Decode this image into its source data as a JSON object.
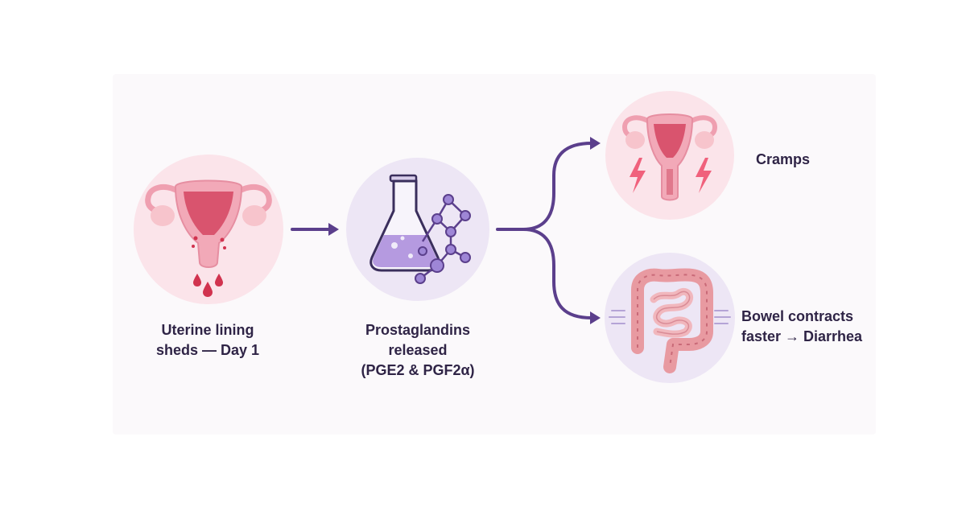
{
  "colors": {
    "accent": "#5b3f8c",
    "pink_circle": "#fbe4ea",
    "lavender_circle": "#ede6f5",
    "uterus": "#f2a9b8",
    "lining": "#d9546e",
    "blood": "#d1334f",
    "liquid": "#b59ae0",
    "molecule": "#9e86d6",
    "lightning": "#f0617c",
    "bowel": "#e89aa1",
    "text": "#2f2446"
  },
  "steps": {
    "step1": {
      "label": "Uterine lining\nsheds — Day 1",
      "icon": "uterus-shedding-icon"
    },
    "step2": {
      "label": "Prostaglandins\nreleased\n(PGE2 & PGF2α)",
      "icon": "flask-molecule-icon"
    },
    "outcome1": {
      "label": "Cramps",
      "icon": "uterus-cramps-icon"
    },
    "outcome2": {
      "label": "Bowel contracts\nfaster → Diarrhea",
      "icon": "intestine-icon"
    }
  }
}
